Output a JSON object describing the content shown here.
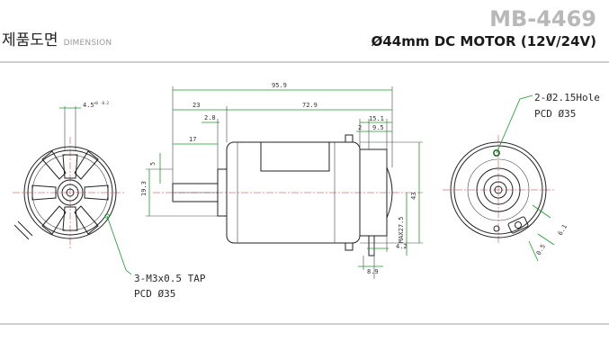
{
  "header": {
    "title_ko": "제품도면",
    "subtitle": "DIMENSION",
    "model": "MB-4469",
    "product": "Ø44mm DC MOTOR (12V/24V)"
  },
  "notes": {
    "front_holes": "3-M3x0.5 TAP",
    "front_pcd": "PCD Ø35",
    "rear_holes": "2-Ø2.15Hole",
    "rear_pcd": "PCD Ø35"
  },
  "dimensions": {
    "overall_length": "95.9",
    "shaft_length": "23",
    "body_length": "72.9",
    "flange_offset": "2.8",
    "boss_length": "17",
    "shaft_flat": "5",
    "shaft_dia": "19.3",
    "front_offset": "4.5",
    "front_tol": "+0 -0.2",
    "rear_cap": "15.1",
    "rear_gap": "2",
    "rear_boss": "9.5",
    "body_dia": "43",
    "max_h": "MAX27.5",
    "terminal_a": "4.2",
    "terminal_b": "8.9",
    "rear_r1": "0.5",
    "rear_r2": "6.1"
  },
  "colors": {
    "accent": "#1a9a2a",
    "centerline": "#c03030",
    "model_gray": "#b8b8b8"
  }
}
